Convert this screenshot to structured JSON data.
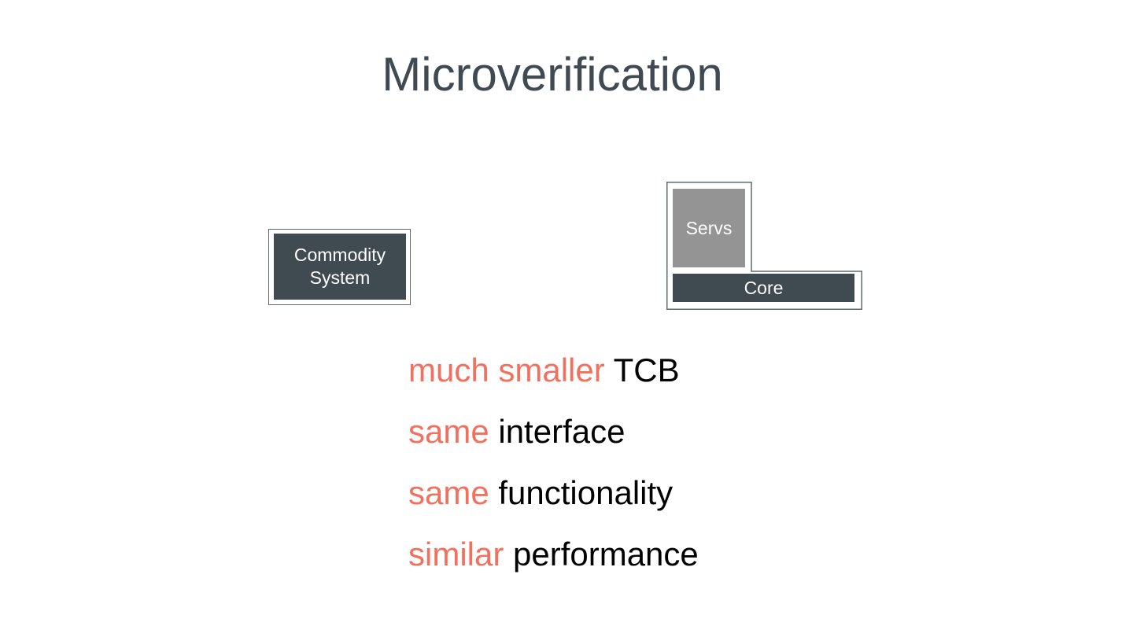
{
  "slide": {
    "title": "Microverification",
    "background_color": "#ffffff",
    "title_color": "#3f4a51"
  },
  "colors": {
    "dark_block": "#3f4a51",
    "gray_block": "#949494",
    "outline": "#5d6a70",
    "emphasis": "#f1705e",
    "body_text": "#000000",
    "block_text": "#ffffff"
  },
  "diagram_left": {
    "name": "commodity-system",
    "block_label_line1": "Commodity",
    "block_label_line2": "System"
  },
  "diagram_right": {
    "name": "microkernel-system",
    "servs_label": "Servs",
    "core_label": "Core"
  },
  "bullets": [
    {
      "emphasis": "much smaller",
      "rest": " TCB"
    },
    {
      "emphasis": "same",
      "rest": " interface"
    },
    {
      "emphasis": "same",
      "rest": " functionality"
    },
    {
      "emphasis": "similar",
      "rest": " performance"
    }
  ]
}
